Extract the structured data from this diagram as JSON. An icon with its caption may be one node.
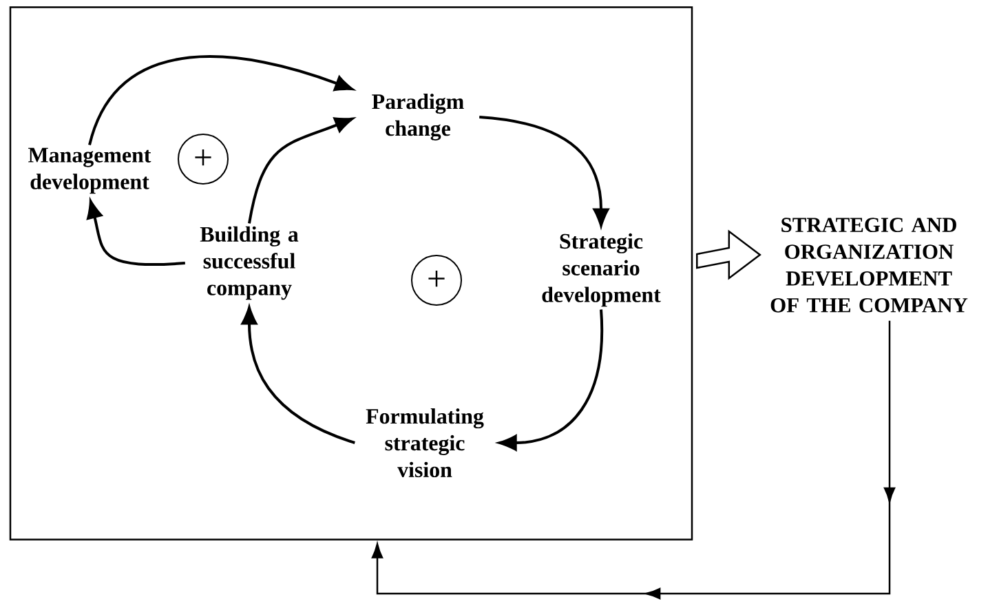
{
  "diagram": {
    "nodes": [
      {
        "text": [],
        "shape": "box"
      },
      {
        "text": [
          "Management development"
        ],
        "in": 0
      },
      {
        "text": [
          "Paradigm change"
        ],
        "in": 0
      },
      {
        "text": [
          "Strategic scenario development"
        ],
        "in": 0
      },
      {
        "text": [
          "Formulating strategic vision"
        ],
        "in": 0
      },
      {
        "text": [
          "Building a successful company"
        ],
        "in": 0
      },
      {
        "text": [
          "+"
        ],
        "in": 0
      },
      {
        "text": [
          "+"
        ],
        "in": 0
      },
      {
        "text": [
          "STRATEGIC AND ORGANIZATION DEVELOPMENT OF THE COMPANY"
        ]
      }
    ],
    "edges": [
      {
        "from": 1,
        "to": 2,
        "arrow": "to"
      },
      {
        "from": 5,
        "to": 2,
        "arrow": "to"
      },
      {
        "from": 2,
        "to": 3,
        "arrow": "to"
      },
      {
        "from": 3,
        "to": 4,
        "arrow": "to"
      },
      {
        "from": 4,
        "to": 5,
        "arrow": "to"
      },
      {
        "from": 5,
        "to": 1,
        "arrow": "to"
      },
      {
        "from": 0,
        "to": 8,
        "arrow": "to",
        "style": "thick"
      },
      {
        "from": 8,
        "to": 0,
        "arrow": "to"
      }
    ]
  }
}
